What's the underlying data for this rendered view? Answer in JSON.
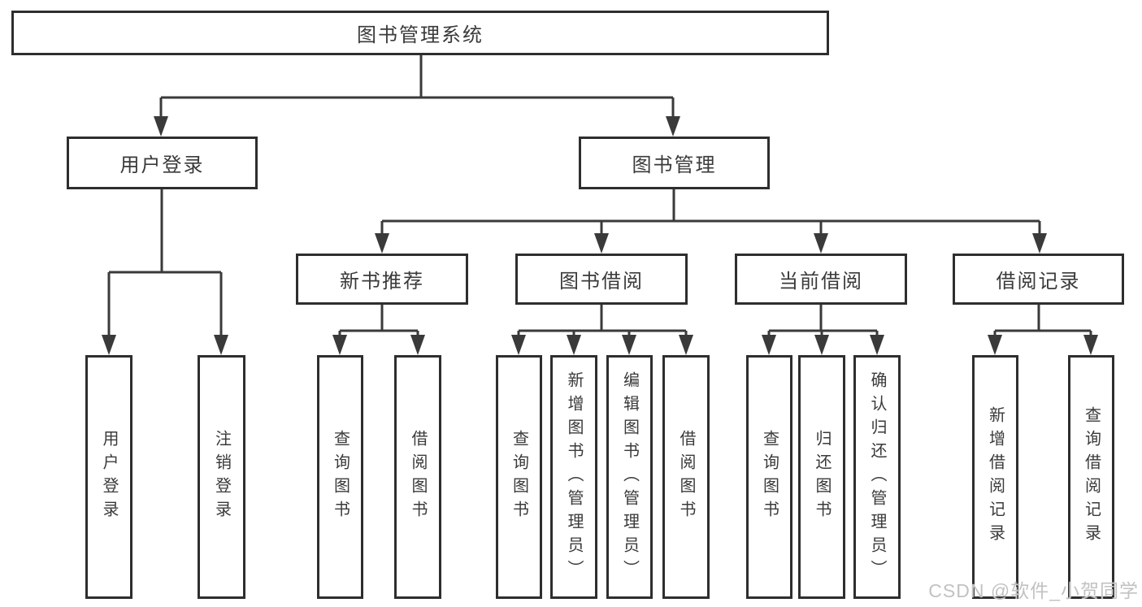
{
  "diagram": {
    "title": "图书管理系统",
    "level2": [
      {
        "label": "用户登录"
      },
      {
        "label": "图书管理"
      }
    ],
    "level3": [
      {
        "label": "新书推荐"
      },
      {
        "label": "图书借阅"
      },
      {
        "label": "当前借阅"
      },
      {
        "label": "借阅记录"
      }
    ],
    "leaves": {
      "user": [
        "用户登录",
        "注销登录"
      ],
      "recommend": [
        "查询图书",
        "借阅图书"
      ],
      "borrow": [
        "查询图书",
        "新增图书（管理员）",
        "编辑图书（管理员）",
        "借阅图书"
      ],
      "current": [
        "查询图书",
        "归还图书",
        "确认归还（管理员）"
      ],
      "records": [
        "新增借阅记录",
        "查询借阅记录"
      ]
    },
    "line_color": "#3a3a3a",
    "border_color": "#2e2e2e"
  },
  "watermark": {
    "text": "CSDN @软件_小贺同学"
  }
}
